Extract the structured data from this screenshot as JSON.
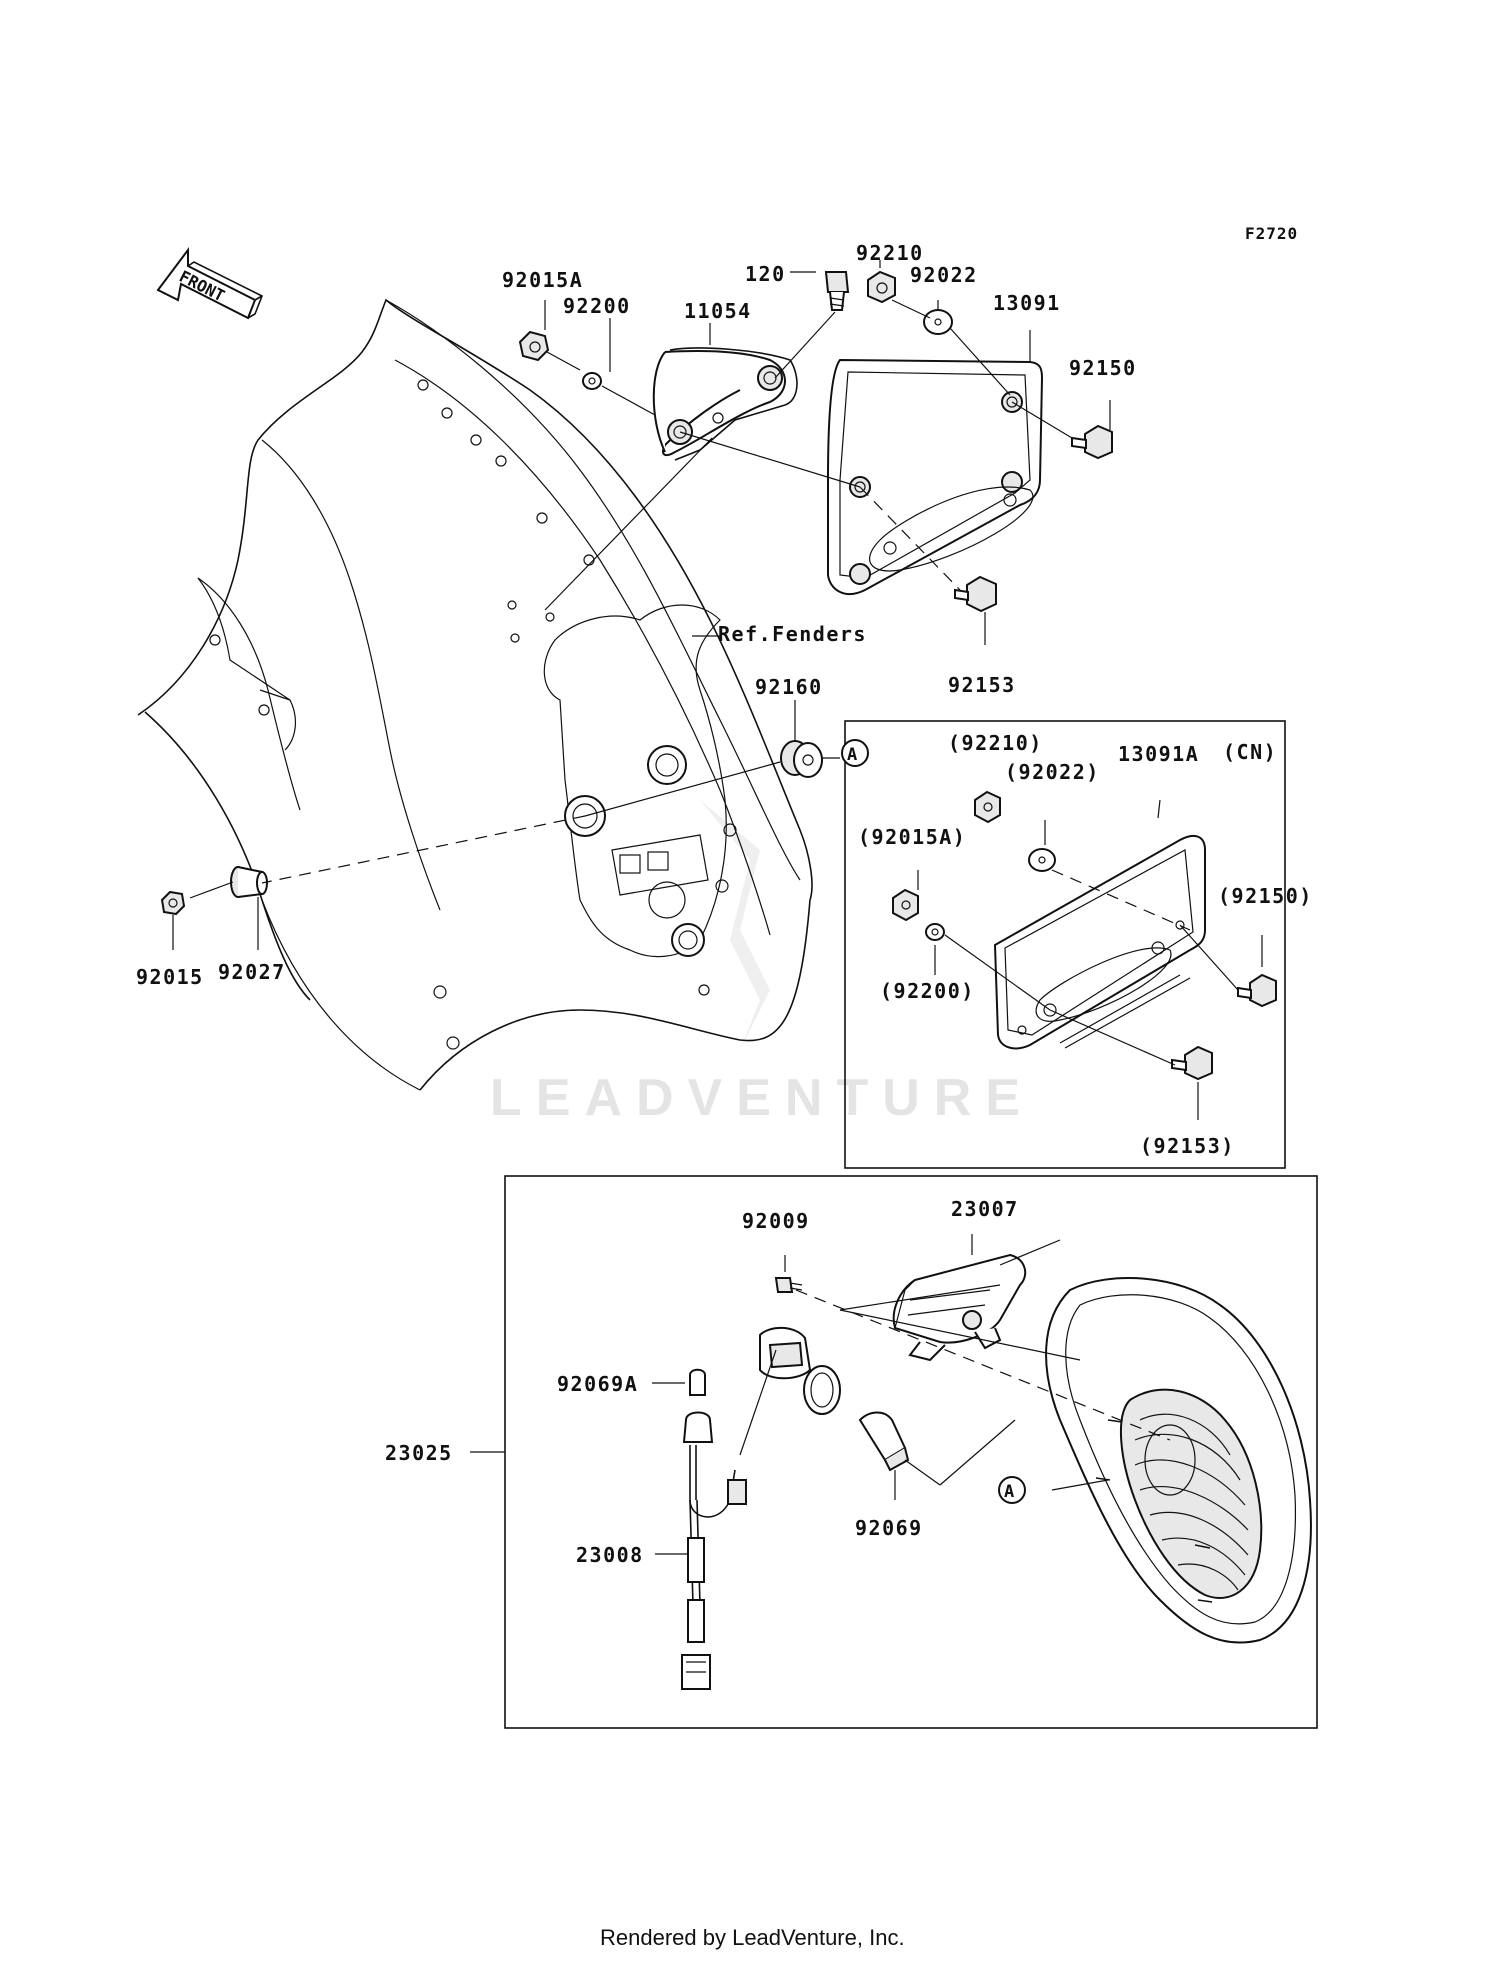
{
  "diagram_code": "F2720",
  "front_label": "FRONT",
  "reference_label": "Ref.Fenders",
  "part_labels": {
    "p92015A": "92015A",
    "p92200": "92200",
    "p11054": "11054",
    "p120": "120",
    "p92210": "92210",
    "p92022": "92022",
    "p13091": "13091",
    "p92150": "92150",
    "p92153": "92153",
    "p92160": "92160",
    "p92015": "92015",
    "p92027": "92027",
    "p23025": "23025",
    "p23007": "23007",
    "p92009": "92009",
    "p92069A": "92069A",
    "p92069": "92069",
    "p23008": "23008"
  },
  "cn_box": {
    "title": "(CN)",
    "labels": {
      "p92210": "(92210)",
      "p92022": "(92022)",
      "p13091A": "13091A",
      "p92015A": "(92015A)",
      "p92150": "(92150)",
      "p92200": "(92200)",
      "p92153": "(92153)"
    }
  },
  "connector_marks": {
    "a1": "A",
    "a2": "A"
  },
  "watermark": "LEADVENTURE",
  "footer": "Rendered by LeadVenture, Inc."
}
